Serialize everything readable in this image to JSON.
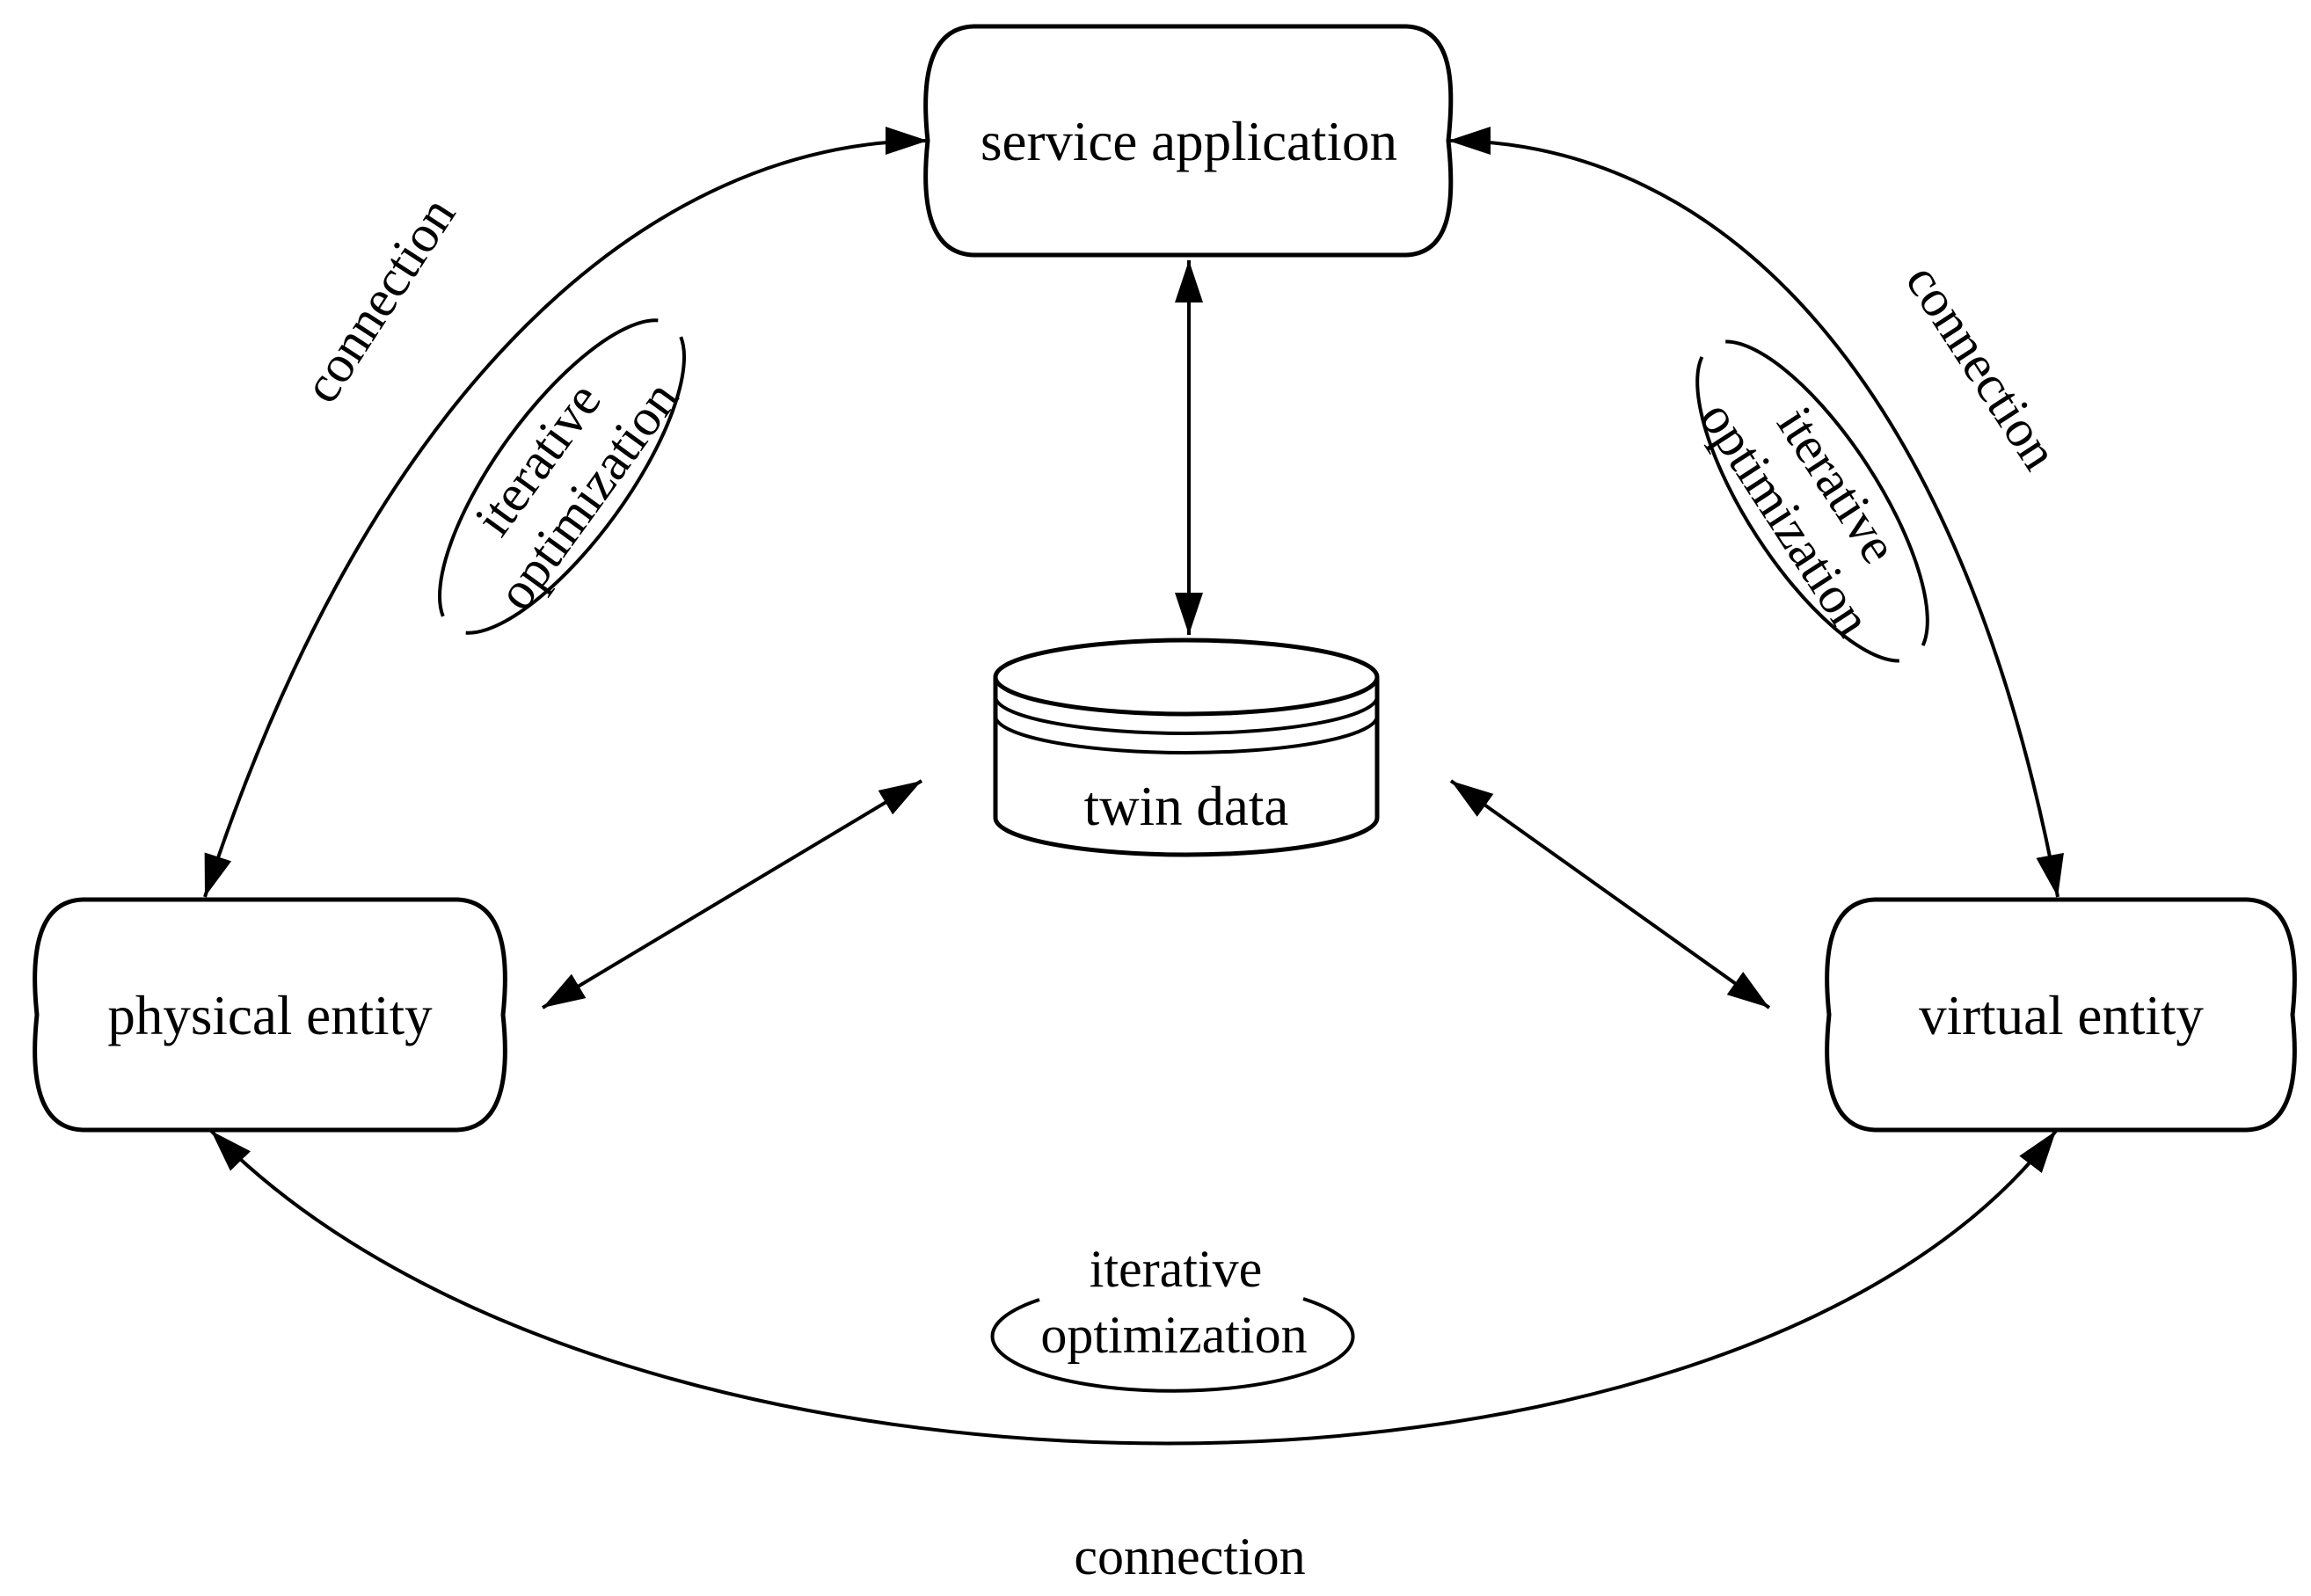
{
  "diagram": {
    "title": "digital twin concept diagram",
    "background_color": "#ffffff",
    "line_color": "#000000",
    "nodes": [
      {
        "id": "service-application",
        "label": "service application",
        "shape": "pinched-rounded-rect"
      },
      {
        "id": "twin-data",
        "label": "twin data",
        "shape": "cylinder"
      },
      {
        "id": "physical-entity",
        "label": "physical entity",
        "shape": "pinched-rounded-rect"
      },
      {
        "id": "virtual-entity",
        "label": "virtual entity",
        "shape": "pinched-rounded-rect"
      }
    ],
    "edges": [
      {
        "from": "physical-entity",
        "to": "service-application",
        "label": "connection",
        "arrows": "both",
        "style": "curved"
      },
      {
        "from": "virtual-entity",
        "to": "service-application",
        "label": "connection",
        "arrows": "both",
        "style": "curved"
      },
      {
        "from": "physical-entity",
        "to": "virtual-entity",
        "label": "connection",
        "arrows": "both",
        "style": "curved"
      },
      {
        "from": "service-application",
        "to": "twin-data",
        "label": "",
        "arrows": "both",
        "style": "straight"
      },
      {
        "from": "physical-entity",
        "to": "twin-data",
        "label": "",
        "arrows": "both",
        "style": "straight"
      },
      {
        "from": "virtual-entity",
        "to": "twin-data",
        "label": "",
        "arrows": "both",
        "style": "straight"
      }
    ],
    "loop_annotations": [
      {
        "position": "upper-left",
        "lines": [
          "iterative",
          "optimization"
        ]
      },
      {
        "position": "upper-right",
        "lines": [
          "iterative",
          "optimization"
        ]
      },
      {
        "position": "bottom-center",
        "lines": [
          "iterative",
          "optimization"
        ]
      }
    ]
  }
}
